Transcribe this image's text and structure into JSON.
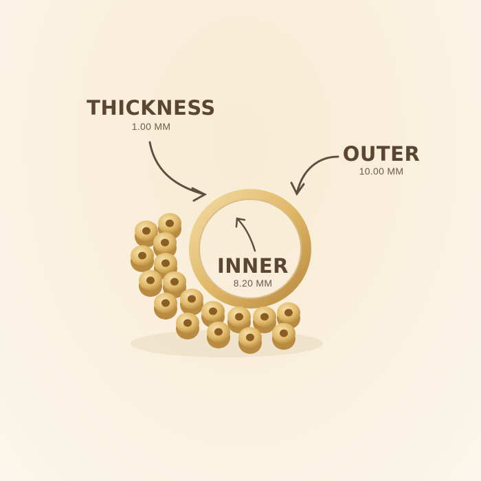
{
  "labels": {
    "thickness": {
      "title": "THICKNESS",
      "value": "1.00 MM"
    },
    "outer": {
      "title": "OUTER",
      "value": "10.00 MM"
    },
    "inner": {
      "title": "INNER",
      "value": "8.20 MM"
    }
  },
  "colors": {
    "text": "#5a4632",
    "gold": "#e2bd74",
    "arrow": "#5d5040"
  }
}
